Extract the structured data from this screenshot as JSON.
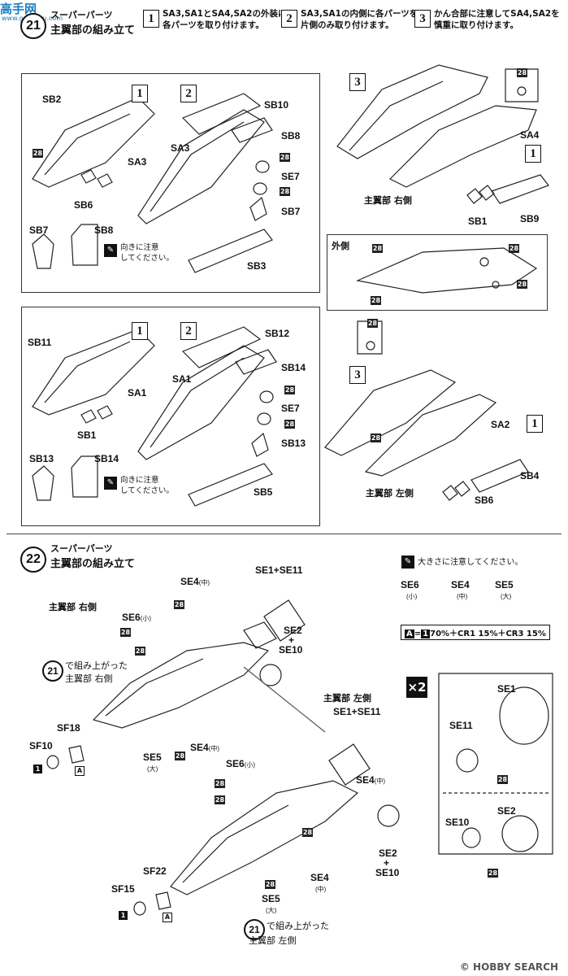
{
  "watermark": {
    "site": "高手网",
    "site_url": "www.gaoshou.com",
    "footer": "© HOBBY SEARCH"
  },
  "step21": {
    "number": "21",
    "title_line1": "スーパーパーツ",
    "title_line2": "主翼部の組み立て",
    "instructions": [
      {
        "num": "1",
        "text_line1": "SA3,SA1とSA4,SA2の外装に",
        "text_line2": "各パーツを取り付けます。"
      },
      {
        "num": "2",
        "text_line1": "SA3,SA1の内側に各パーツを",
        "text_line2": "片側のみ取り付けます。"
      },
      {
        "num": "3",
        "text_line1": "かん合部に注意してSA4,SA2を",
        "text_line2": "慎重に取り付けます。"
      }
    ],
    "right_top": {
      "box1": "1",
      "box2": "2",
      "box3": "3",
      "labels": [
        "SB2",
        "SA3",
        "SB6",
        "SB10",
        "SB8",
        "SE7",
        "SB7",
        "SB3",
        "SB7",
        "SB8",
        "SA4",
        "SB1",
        "SB9"
      ],
      "caption": "主翼部 右側",
      "outer": "外側"
    },
    "left_bottom": {
      "labels": [
        "SB11",
        "SA1",
        "SB1",
        "SB12",
        "SB14",
        "SE7",
        "SB13",
        "SB5",
        "SB13",
        "SB14",
        "SA2",
        "SB4",
        "SB6"
      ],
      "caption": "主翼部 左側"
    },
    "note_line1": "向きに注意",
    "note_line2": "してください。",
    "badge": "28"
  },
  "step22": {
    "number": "22",
    "title_line1": "スーパーパーツ",
    "title_line2": "主翼部の組み立て",
    "size_note": "大きさに注意してください。",
    "size_items": [
      {
        "label": "SE6",
        "size": "(小)"
      },
      {
        "label": "SE4",
        "size": "(中)"
      },
      {
        "label": "SE5",
        "size": "(大)"
      }
    ],
    "formula_lhs": "A",
    "formula_eq": "=",
    "formula_rhs_box": "1",
    "formula_rest": "70%＋CR1 15%＋CR3 15%",
    "right_caption": "主翼部 右側",
    "left_caption": "主翼部 左側",
    "ref_step": "21",
    "ref_line1": "で組み上がった",
    "ref_right": "主翼部 右側",
    "ref_left": "主翼部 左側",
    "x2": "×2",
    "labels_right": {
      "se4a": "SE4",
      "se4a_size": "(中)",
      "se1_11": "SE1+SE11",
      "se6": "SE6",
      "se6_size": "(小)",
      "se2_10_a": "SE2",
      "plus": "+",
      "se2_10_b": "SE10",
      "sf18": "SF18",
      "sf10": "SF10",
      "se5": "SE5",
      "se5_size": "(大)",
      "se4b": "SE4",
      "se4b_size": "(中)"
    },
    "labels_left": {
      "se1_11": "SE1+SE11",
      "se6": "SE6",
      "se6_size": "(小)",
      "se4a": "SE4",
      "se4a_size": "(中)",
      "se2_10_a": "SE2",
      "plus": "+",
      "se2_10_b": "SE10",
      "sf22": "SF22",
      "sf15": "SF15",
      "se5": "SE5",
      "se5_size": "(大)",
      "se4b": "SE4",
      "se4b_size": "(中)"
    },
    "detail": {
      "se1": "SE1",
      "se11": "SE11",
      "se10": "SE10",
      "se2": "SE2"
    },
    "box_a": "A",
    "box_1": "1"
  }
}
